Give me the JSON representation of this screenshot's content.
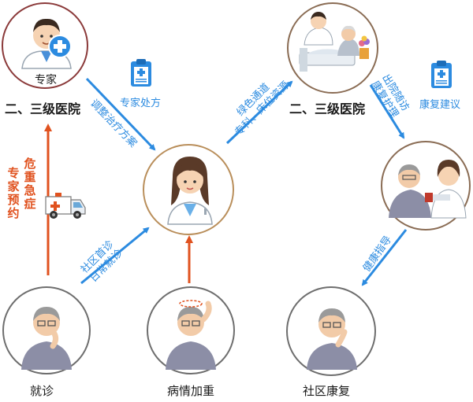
{
  "nodes": {
    "expert": {
      "label": "专家"
    },
    "hospital_left": {
      "label": "二、三级医院"
    },
    "hospital_right": {
      "label": "二、三级医院"
    },
    "visit": {
      "label": "就诊"
    },
    "worsen": {
      "label": "病情加重"
    },
    "rehab": {
      "label": "社区康复"
    }
  },
  "annotations": {
    "expert_prescription": "专家处方",
    "rehab_advice": "康复建议"
  },
  "edges": {
    "adjust_treatment": "调整治疗方案",
    "green_channel_line1": "绿色通道",
    "green_channel_line2": "专科、床位资源",
    "discharge_line1": "出院随访",
    "discharge_line2": "康复护理",
    "health_guidance": "健康指导",
    "community_line1": "社区首诊",
    "community_line2": "日常就诊"
  },
  "left_vertical": {
    "col1": "专家预约",
    "col2": "危重急症"
  },
  "colors": {
    "blue": "#2c8be0",
    "orange": "#e0521f",
    "ring_maroon": "#8b3a3a",
    "ring_brown": "#8a6c54",
    "ring_tan": "#b98e5a",
    "ring_gray": "#6e6e6e"
  }
}
